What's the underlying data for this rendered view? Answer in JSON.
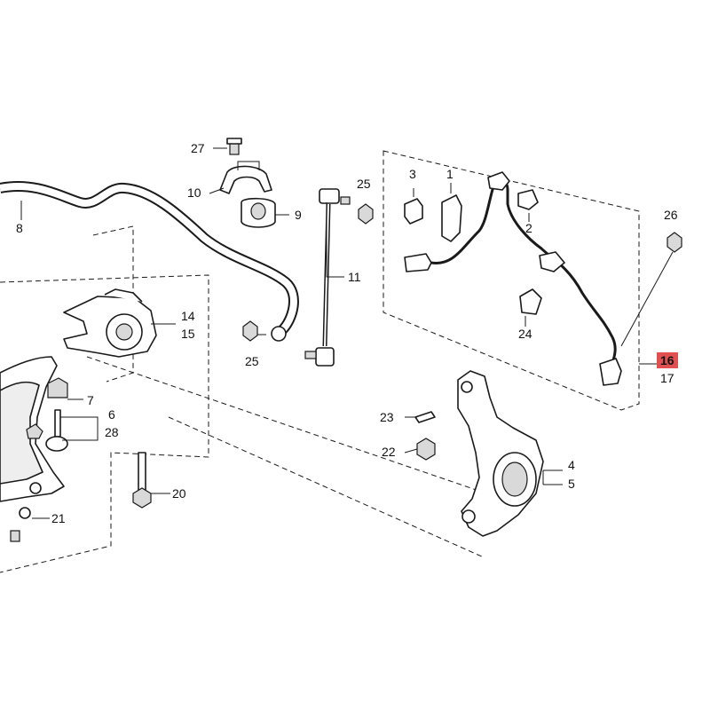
{
  "diagram": {
    "callouts": {
      "c1": "1",
      "c2": "2",
      "c3": "3",
      "c4": "4",
      "c5": "5",
      "c6": "6",
      "c7": "7",
      "c8": "8",
      "c9": "9",
      "c10": "10",
      "c11": "11",
      "c14": "14",
      "c15": "15",
      "c16": "16",
      "c17": "17",
      "c20": "20",
      "c21": "21",
      "c22": "22",
      "c23": "23",
      "c24": "24",
      "c25a": "25",
      "c25b": "25",
      "c26": "26",
      "c27": "27",
      "c28": "28"
    },
    "colors": {
      "highlight": "#e05050",
      "ink": "#1a1a1a"
    }
  }
}
